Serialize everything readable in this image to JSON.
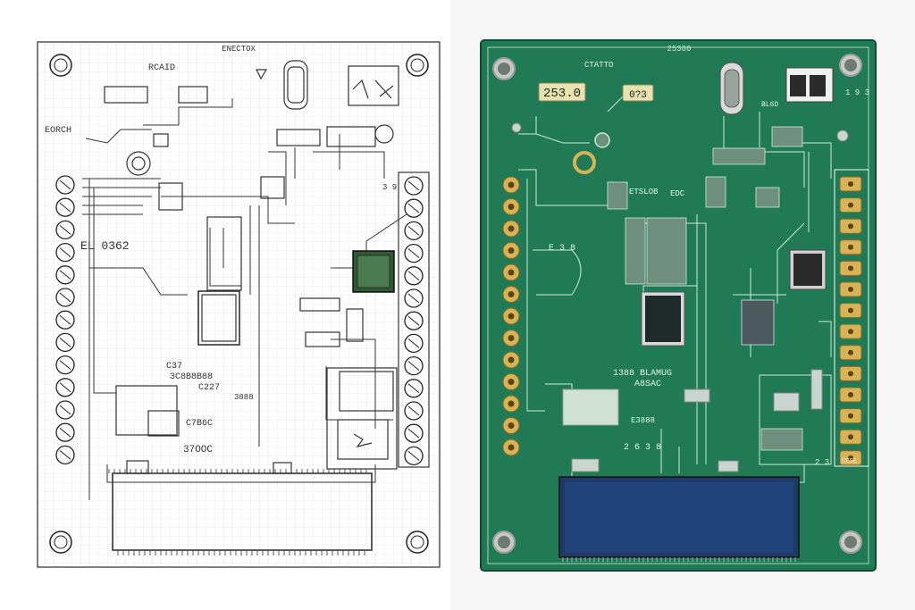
{
  "schematic": {
    "title": "ENECTOX",
    "label_top": "RCAID",
    "label_left": "EORCH",
    "label_mid": "EL 0362",
    "label_cap1": "C37",
    "label_cap2": "3C8B8B88",
    "label_cap3": "C227",
    "label_bus": "3888",
    "label_osc": "C7B6C",
    "label_osc2": "37OOC",
    "label_pin": "3 9"
  },
  "pcb": {
    "title": "25300",
    "label_top": "CTATTO",
    "chip_label_1": "253.0",
    "chip_label_2": "0?3",
    "label_bl": "BL6D",
    "label_tr": "1 9 3",
    "label_mid1": "ETSLOB",
    "label_mid2": "EDC",
    "label_left": "E 3 8",
    "label_code1": "1388 BLAMUG",
    "label_code2": "A8SAC",
    "label_code3": "E3888",
    "label_code4": "2 6 3 8",
    "label_br1": "2 3",
    "label_br2": "CESE"
  },
  "colors": {
    "pcb_board": "#1f7a55",
    "pcb_board_dark": "#17664a",
    "pcb_trace": "#cfe8dc",
    "gold_pad": "#d8b257",
    "lcd_blue": "#1e3a66",
    "ink": "#222222"
  },
  "icons": [
    "mounting-hole-icon",
    "screw-terminal-icon",
    "crystal-oscillator-icon",
    "chip-icon"
  ]
}
